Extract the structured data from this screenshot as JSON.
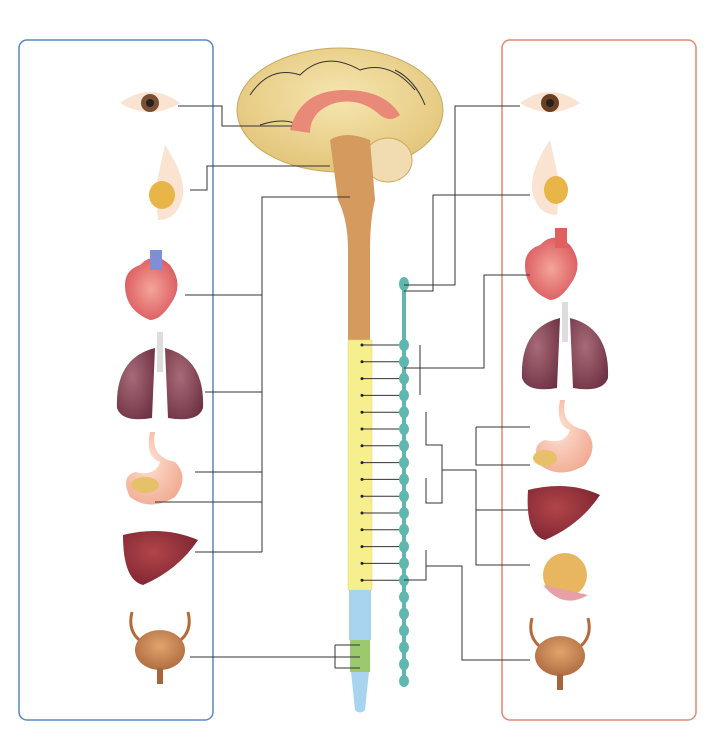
{
  "diagram": {
    "subject": "autonomic-nervous-system",
    "colors": {
      "parasympathetic_box": "#5b86c6",
      "sympathetic_box": "#e08a74",
      "brain": "#f1dc9a",
      "brainstem": "#d59a5e",
      "cord_thoracic": "#f7ef8e",
      "cord_sacral": "#9cc86e",
      "cord_other": "#a9d4f0",
      "sympathetic_chain": "#5fb7ae"
    },
    "left_organs": [
      "eye",
      "salivary-glands",
      "heart",
      "lungs",
      "stomach",
      "liver",
      "bladder"
    ],
    "right_organs": [
      "eye",
      "salivary-glands",
      "heart",
      "lungs",
      "stomach",
      "liver",
      "pancreas",
      "bladder"
    ],
    "chain_ganglia_count": 21
  }
}
